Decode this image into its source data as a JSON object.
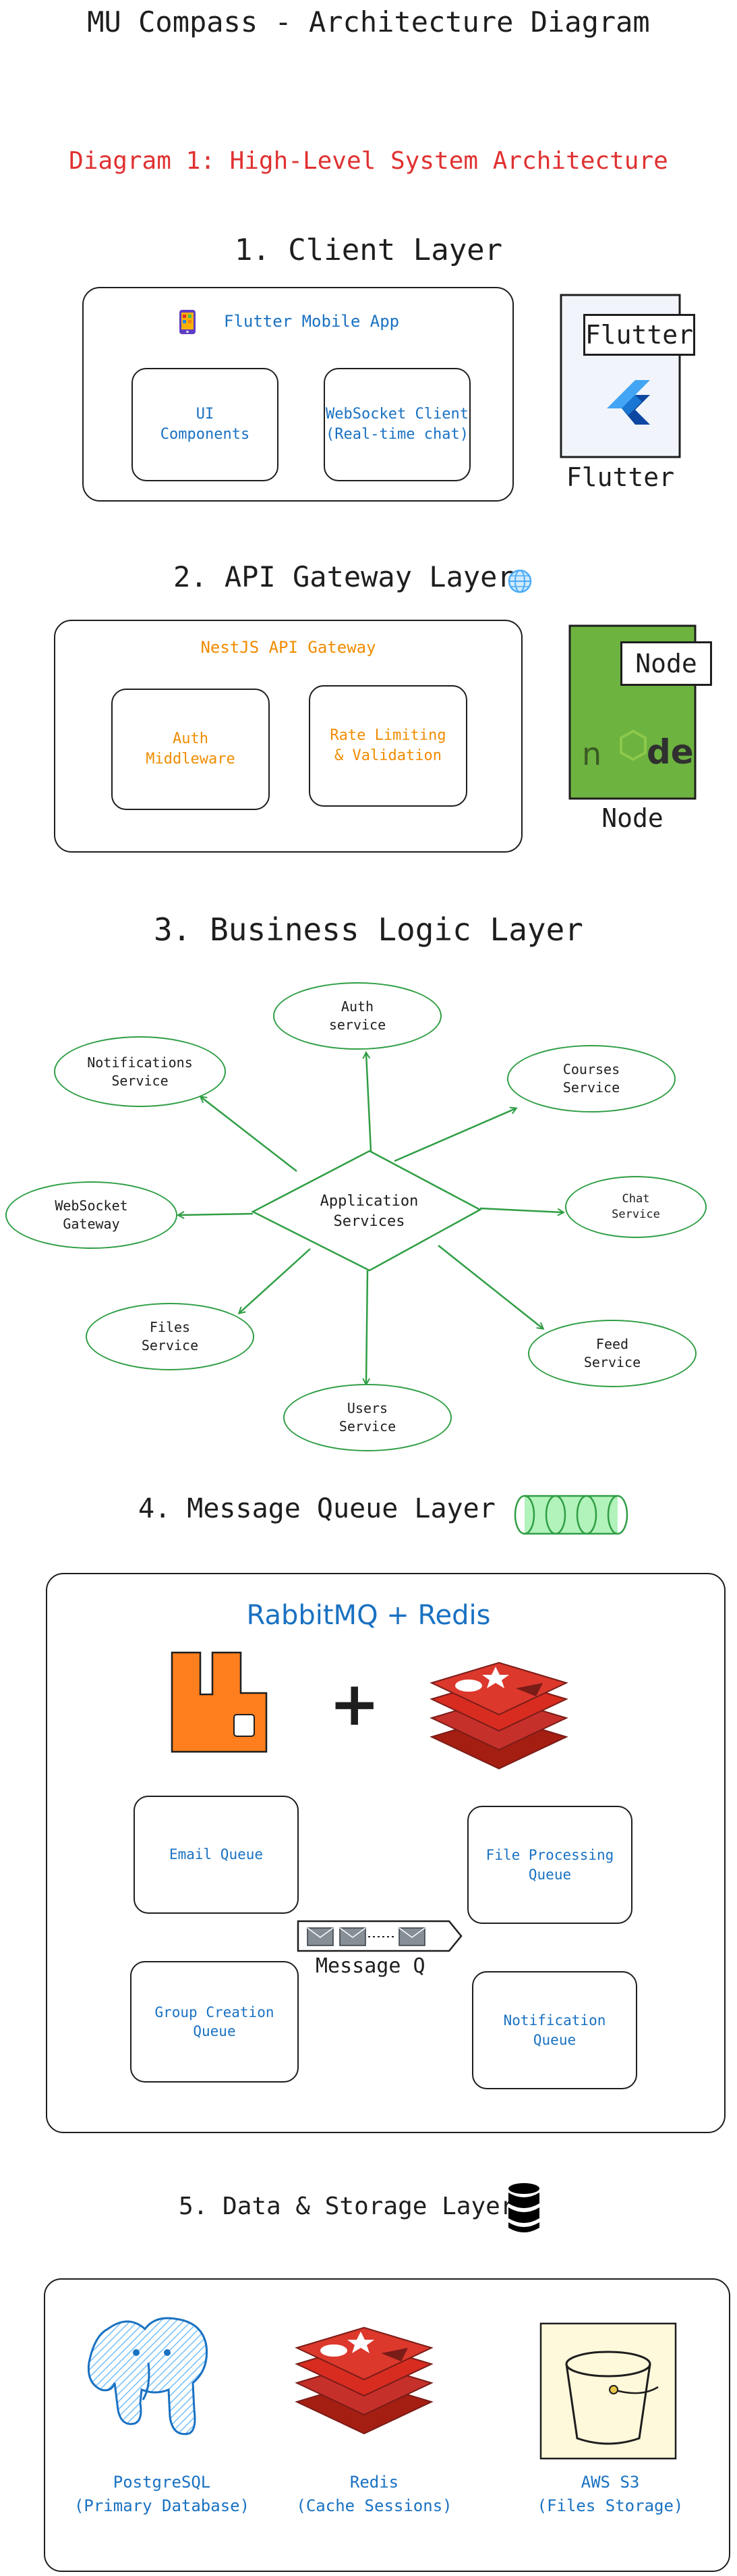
{
  "page_title": "MU Compass - Architecture Diagram",
  "diagram_title": "Diagram 1: High-Level System Architecture",
  "layer1": {
    "heading": "1. Client Layer",
    "app_label": "Flutter Mobile App",
    "ui_components": "UI\nComponents",
    "websocket_client": "WebSocket Client\n(Real-time chat)",
    "logo_tag": "Flutter",
    "logo_caption": "Flutter"
  },
  "layer2": {
    "heading": "2. API Gateway Layer",
    "gateway_label": "NestJS API Gateway",
    "auth_middleware": "Auth\nMiddleware",
    "rate_limiting": "Rate Limiting\n& Validation",
    "logo_tag": "Node",
    "logo_caption": "Node"
  },
  "layer3": {
    "heading": "3. Business Logic Layer",
    "center": "Application\nServices",
    "services": {
      "auth": "Auth\nservice",
      "courses": "Courses\nService",
      "chat": "Chat\nService",
      "feed": "Feed\nService",
      "users": "Users\nService",
      "files": "Files\nService",
      "websocket": "WebSocket\nGateway",
      "notifications": "Notifications\nService"
    }
  },
  "layer4": {
    "heading": "4. Message Queue Layer",
    "title": "RabbitMQ + Redis",
    "plus": "+",
    "email_queue": "Email Queue",
    "file_processing_queue": "File Processing\nQueue",
    "group_creation_queue": "Group Creation\nQueue",
    "notification_queue": "Notification\nQueue",
    "message_q": "Message Q"
  },
  "layer5": {
    "heading": "5. Data & Storage Layer",
    "postgres": "PostgreSQL\n(Primary Database)",
    "redis": "Redis\n(Cache Sessions)",
    "s3": "AWS S3\n(Files Storage)"
  },
  "colors": {
    "accent_red": "#e03131",
    "accent_blue": "#1971c2",
    "accent_orange": "#f08c00",
    "accent_green": "#2f9e44",
    "node_green": "#6db33f",
    "rabbit_orange": "#ff7f1e",
    "redis_red": "#c6302b"
  }
}
